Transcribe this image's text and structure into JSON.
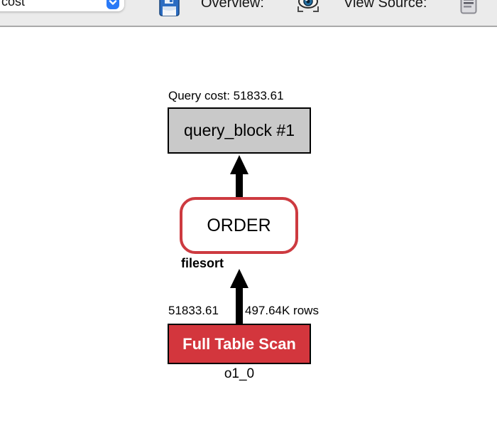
{
  "toolbar": {
    "cost_select": {
      "value": "cost"
    },
    "save_icon": "floppy-disk",
    "overview_label": "Overview:",
    "overview_icon": "eye-in-viewfinder",
    "view_source_label": "View Source:",
    "view_source_icon": "document-lines"
  },
  "diagram": {
    "query_cost_label": "Query cost: 51833.61",
    "query_block": {
      "label": "query_block #1"
    },
    "order": {
      "label": "ORDER",
      "sort_mode": "filesort"
    },
    "full_table_scan": {
      "label": "Full Table Scan",
      "cost": "51833.61",
      "rows": "497.64K rows",
      "table_name": "o1_0"
    }
  },
  "colors": {
    "full_table_scan_red": "#d3363d",
    "order_border_red": "#cd3a40",
    "query_block_gray": "#c9c9c9",
    "toolbar_bg": "#ebebeb",
    "toolbar_divider": "#a9a9a9",
    "select_button_blue": "#2979f7",
    "arrow_black": "#000000"
  }
}
